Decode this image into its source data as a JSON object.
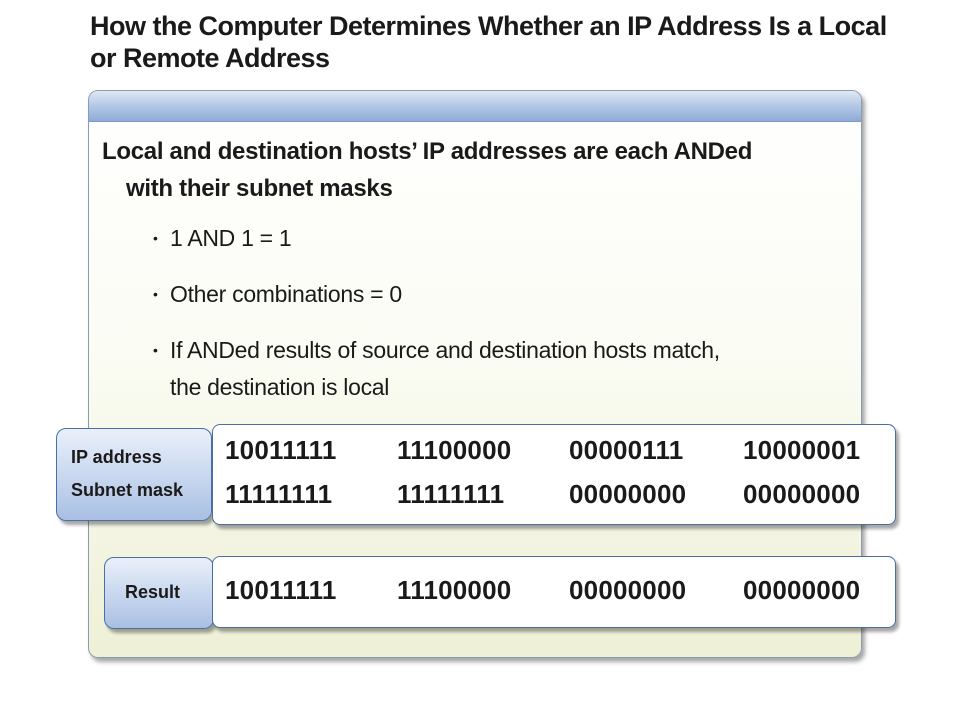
{
  "title": "How the Computer Determines Whether an IP Address Is a Local or Remote Address",
  "heading": {
    "line1": "Local and destination hosts’ IP addresses are each ANDed",
    "line2": "with their subnet masks"
  },
  "bullets": [
    {
      "text": "1 AND 1 = 1"
    },
    {
      "text": "Other combinations = 0"
    },
    {
      "line1": "If ANDed results of source and destination hosts match,",
      "line2": "the destination is local"
    }
  ],
  "bullet_glyph": "•",
  "labels": {
    "ip_address": "IP address",
    "subnet_mask": "Subnet mask",
    "result": "Result"
  },
  "ip_address": [
    "10011111",
    "11100000",
    "00000111",
    "10000001"
  ],
  "subnet_mask": [
    "11111111",
    "11111111",
    "00000000",
    "00000000"
  ],
  "result": [
    "10011111",
    "11100000",
    "00000000",
    "00000000"
  ],
  "colors": {
    "header": "#9db6df",
    "panel_bottom": "#eef0d6",
    "border": "#4a6fa5"
  }
}
